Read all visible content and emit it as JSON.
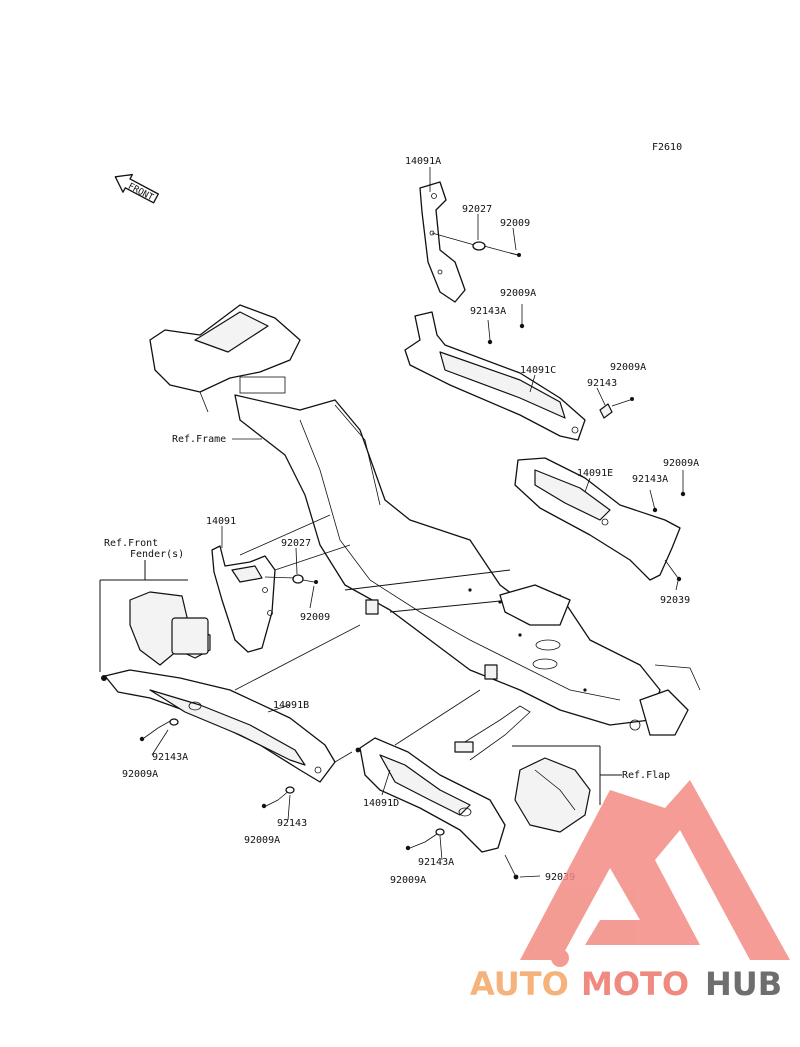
{
  "figure_code": "F2610",
  "front_arrow_label": "FRONT",
  "parts": {
    "p14091A": "14091A",
    "p92027_top": "92027",
    "p92009_top": "92009",
    "p92009A_1": "92009A",
    "p92143A_1": "92143A",
    "p14091C": "14091C",
    "p92009A_2": "92009A",
    "p92143_1": "92143",
    "p14091E": "14091E",
    "p92009A_3": "92009A",
    "p92143A_2": "92143A",
    "p92039_1": "92039",
    "p14091": "14091",
    "p92027_mid": "92027",
    "p92009_mid": "92009",
    "p14091B": "14091B",
    "p92143A_3": "92143A",
    "p92009A_4": "92009A",
    "p92143_2": "92143",
    "p92009A_5": "92009A",
    "p14091D": "14091D",
    "p92143A_4": "92143A",
    "p92009A_6": "92009A",
    "p92039_2": "92039"
  },
  "refs": {
    "frame": "Ref.Frame",
    "front_fender_1": "Ref.Front",
    "front_fender_2": "Fender(s)",
    "flap": "Ref.Flap"
  },
  "watermark": {
    "auto": "AUTO",
    "moto": "MOTO",
    "hub": "HUB",
    "color_auto": "#f5b27a",
    "color_moto": "#f08a80",
    "color_hub": "#6e6e6e",
    "color_logo": "#f28b82"
  }
}
